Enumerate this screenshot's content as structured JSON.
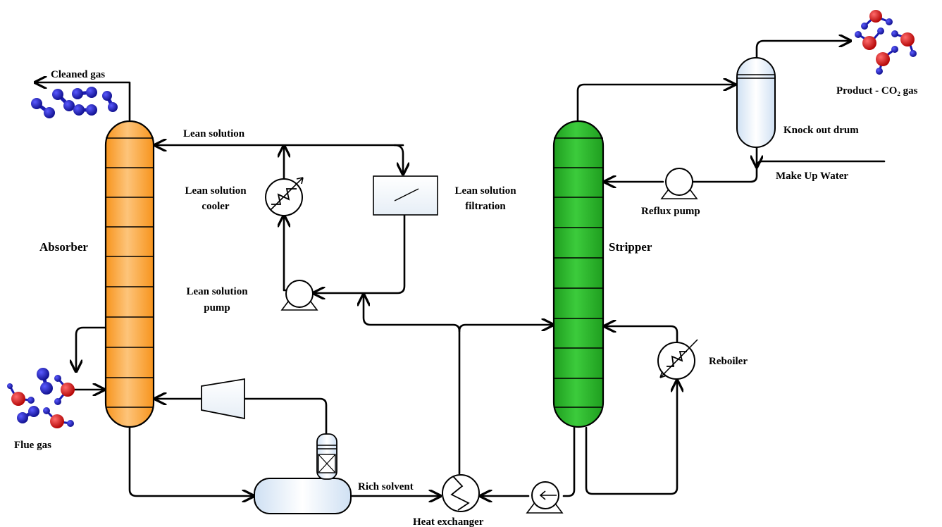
{
  "labels": {
    "cleaned_gas": "Cleaned gas",
    "lean_solution": "Lean solution",
    "lean_solution_cooler_1": "Lean solution",
    "lean_solution_cooler_2": "cooler",
    "lean_solution_filtration_1": "Lean solution",
    "lean_solution_filtration_2": "filtration",
    "absorber": "Absorber",
    "lean_solution_pump_1": "Lean solution",
    "lean_solution_pump_2": "pump",
    "flue_gas": "Flue gas",
    "rich_solvent": "Rich solvent",
    "heat_exchanger": "Heat exchanger",
    "stripper": "Stripper",
    "reboiler": "Reboiler",
    "reflux_pump": "Reflux pump",
    "knock_out_drum": "Knock out drum",
    "make_up_water": "Make Up Water",
    "product_co2_gas": "Product - CO₂ gas"
  },
  "colors": {
    "absorber_fill": "#F7941D",
    "absorber_light": "#FDC47A",
    "stripper_fill": "#2DB52D",
    "stripper_light": "#8BE08B",
    "drum_fill": "#DCEAF7",
    "nitrogen_atom": "#1A1AB0",
    "oxygen_atom": "#E01414"
  },
  "icons": [
    "cleaned-gas-molecules",
    "flue-gas-molecules",
    "co2-product-molecules",
    "pump-icon",
    "cooler-icon",
    "filter-icon",
    "compressor-icon"
  ]
}
